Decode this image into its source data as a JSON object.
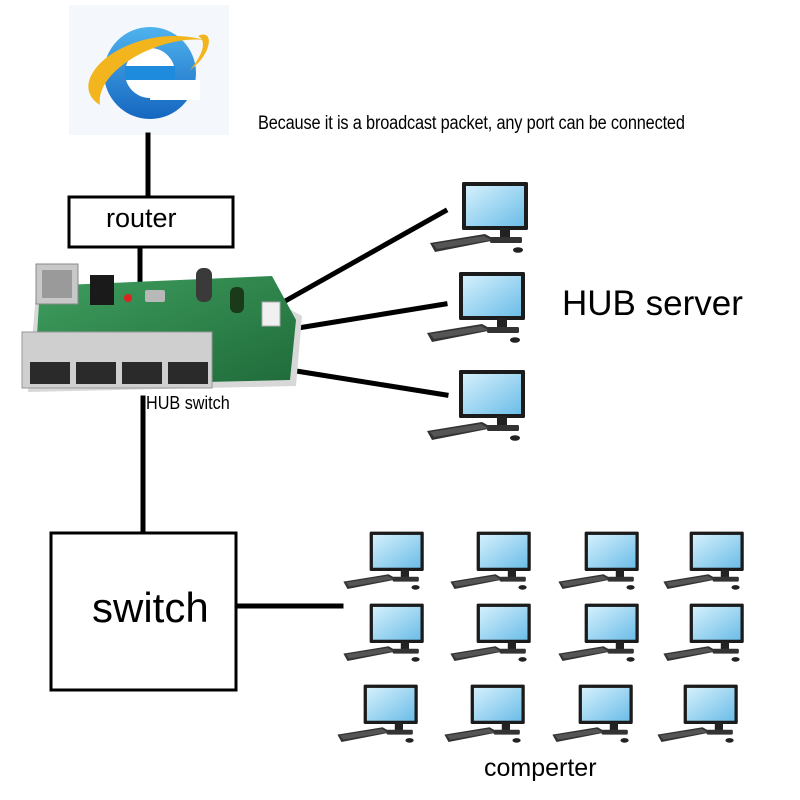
{
  "caption": "Because it is a broadcast packet, any port can be connected",
  "router": {
    "label": "router"
  },
  "hub_switch": {
    "label": "HUB switch"
  },
  "hub_server": {
    "label": "HUB server"
  },
  "switch": {
    "label": "switch"
  },
  "computers": {
    "label": "comperter"
  },
  "icons": {
    "browser": "internet-explorer-icon",
    "device": "hub-circuit-board",
    "computer": "desktop-computer-icon"
  },
  "colors": {
    "ie_blue": "#1f8bdc",
    "ie_ring": "#f2b51e",
    "board_green": "#2e8a4c",
    "screen_blue": "#9fd6f2",
    "line": "#000000"
  }
}
